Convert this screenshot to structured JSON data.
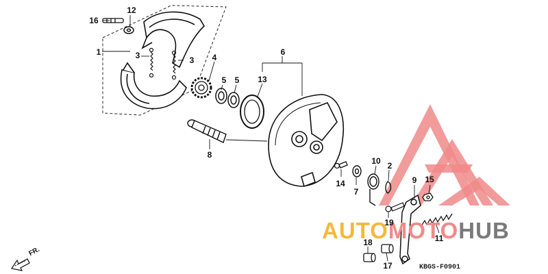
{
  "drawing_code": "KBGS-F0901",
  "front_marker": "FR.",
  "watermark": {
    "part1": "AUTO",
    "part2": "MOTO",
    "part3": "HUB",
    "colors": {
      "orange": "#f6b83a",
      "red": "#f08a8a",
      "gray": "#7a7a7a"
    }
  },
  "callouts": [
    {
      "id": "1",
      "text": "1"
    },
    {
      "id": "2",
      "text": "2"
    },
    {
      "id": "3a",
      "text": "3"
    },
    {
      "id": "3b",
      "text": "3"
    },
    {
      "id": "4",
      "text": "4"
    },
    {
      "id": "5a",
      "text": "5"
    },
    {
      "id": "5b",
      "text": "5"
    },
    {
      "id": "6",
      "text": "6"
    },
    {
      "id": "7",
      "text": "7"
    },
    {
      "id": "8",
      "text": "8"
    },
    {
      "id": "9",
      "text": "9"
    },
    {
      "id": "10",
      "text": "10"
    },
    {
      "id": "11",
      "text": "11"
    },
    {
      "id": "12",
      "text": "12"
    },
    {
      "id": "13",
      "text": "13"
    },
    {
      "id": "14",
      "text": "14"
    },
    {
      "id": "15",
      "text": "15"
    },
    {
      "id": "16",
      "text": "16"
    },
    {
      "id": "17",
      "text": "17"
    },
    {
      "id": "18",
      "text": "18"
    },
    {
      "id": "19",
      "text": "19"
    }
  ]
}
